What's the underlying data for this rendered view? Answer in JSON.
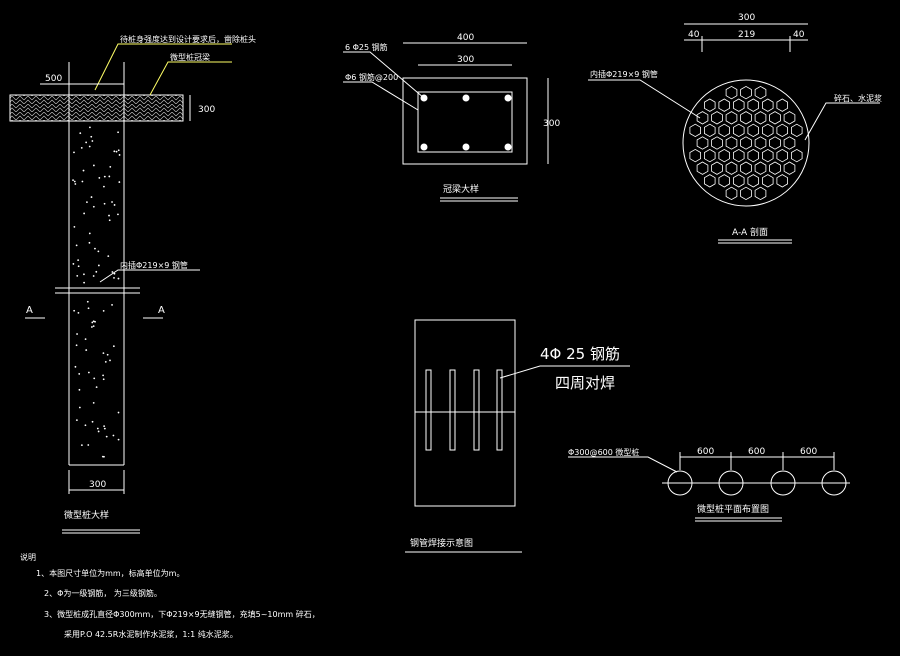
{
  "pile_detail": {
    "label_top": "待桩身强度达到设计要求后，凿除桩头",
    "label_cap": "微型桩冠梁",
    "dim_500": "500",
    "dim_300_right": "300",
    "label_pipe": "内插Φ219×9 钢管",
    "section_mark_left": "A",
    "section_mark_right": "A",
    "dim_300_bottom": "300",
    "caption": "微型桩大样"
  },
  "cap_beam": {
    "dim_400": "400",
    "dim_300_top": "300",
    "dim_300_side": "300",
    "label_rebar": "6 Φ25 钢筋",
    "label_stirrup": "Φ6 钢筋@200",
    "caption": "冠梁大样"
  },
  "section_aa": {
    "dim_300": "300",
    "dim_40_left": "40",
    "dim_219": "219",
    "dim_40_right": "40",
    "label_pipe": "内插Φ219×9 钢管",
    "label_fill": "碎石、水泥浆",
    "caption": "A-A 剖面"
  },
  "weld_detail": {
    "label_rebar": "4Φ 25 钢筋",
    "label_weld": "四周对焊",
    "caption": "钢管焊接示意图"
  },
  "plan": {
    "label_pile": "Φ300@600 微型桩",
    "dims": [
      "600",
      "600",
      "600"
    ],
    "caption": "微型桩平面布置图"
  },
  "notes": {
    "title": "说明",
    "items": [
      "1、本图尺寸单位为mm，标高单位为m。",
      "2、Φ为一级钢筋，    为三级钢筋。",
      "3、微型桩成孔直径Φ300mm，下Φ219×9无缝钢管，充填5~10mm 碎石，",
      "采用P.O 42.5R水泥制作水泥浆，1:1 纯水泥浆。"
    ]
  },
  "colors": {
    "background": "#000000",
    "line": "#ffffff",
    "accent_leader": "#ffff66"
  }
}
